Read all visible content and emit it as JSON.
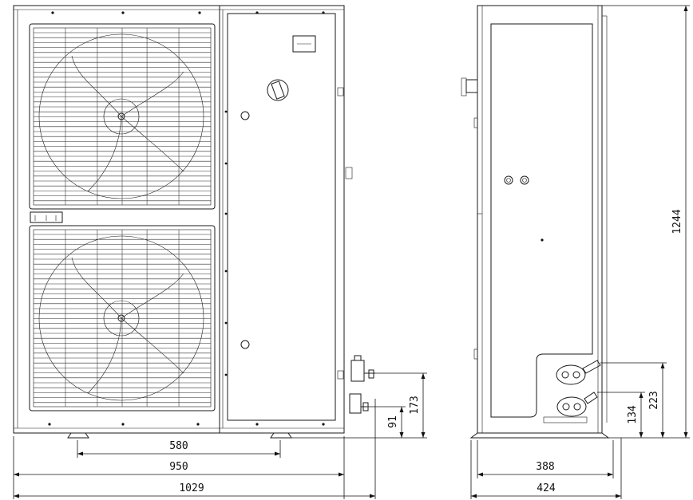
{
  "drawing": {
    "front_view": {
      "dimensions": {
        "feet_spacing": "580",
        "base_width": "950",
        "overall_width": "1029",
        "lower_connection_height": "91",
        "upper_connection_height": "173"
      }
    },
    "side_view": {
      "dimensions": {
        "overall_height": "1244",
        "lower_connection_height": "134",
        "upper_connection_height": "223",
        "base_depth": "388",
        "overall_depth": "424"
      }
    }
  }
}
